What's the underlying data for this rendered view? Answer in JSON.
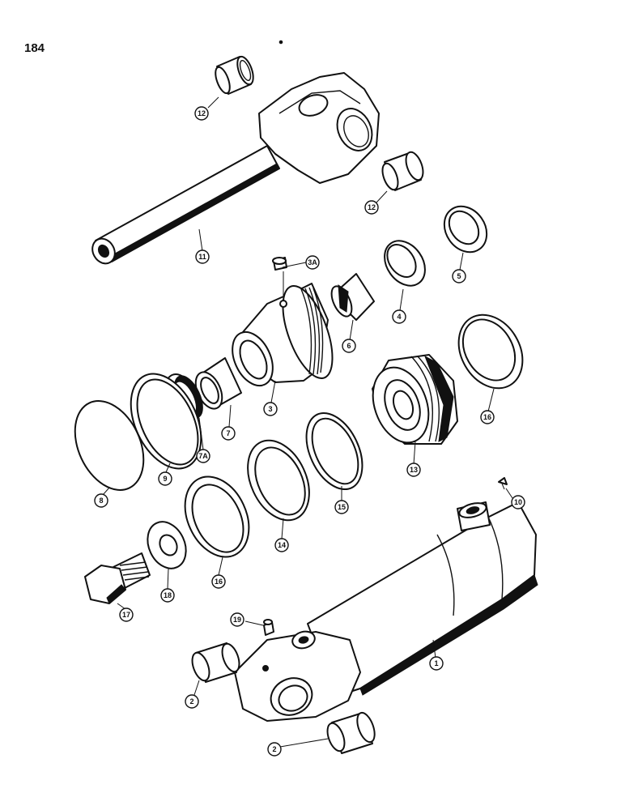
{
  "page_number": "184",
  "callouts": {
    "c1": "1",
    "c2a": "2",
    "c2b": "2",
    "c3": "3",
    "c3a": "3A",
    "c4": "4",
    "c5": "5",
    "c6": "6",
    "c7": "7",
    "c7a": "7A",
    "c8": "8",
    "c9": "9",
    "c10": "10",
    "c11": "11",
    "c12a": "12",
    "c12b": "12",
    "c13": "13",
    "c14": "14",
    "c15": "15",
    "c16a": "16",
    "c16b": "16",
    "c17": "17",
    "c18": "18",
    "c19": "19"
  }
}
